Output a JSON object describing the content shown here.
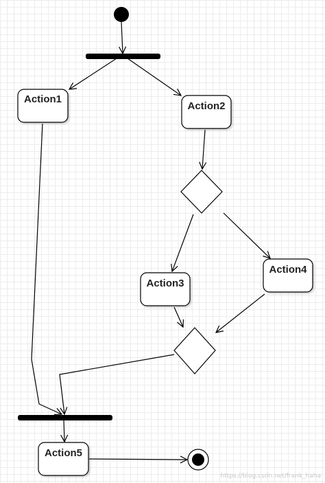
{
  "diagram": {
    "actions": {
      "action1": "Action1",
      "action2": "Action2",
      "action3": "Action3",
      "action4": "Action4",
      "action5": "Action5"
    },
    "watermark": "https://blog.csdn.net/frank_haha"
  },
  "colors": {
    "stroke": "#000000",
    "node_fill": "#ffffff",
    "text": "#222222",
    "grid": "#ececec"
  }
}
